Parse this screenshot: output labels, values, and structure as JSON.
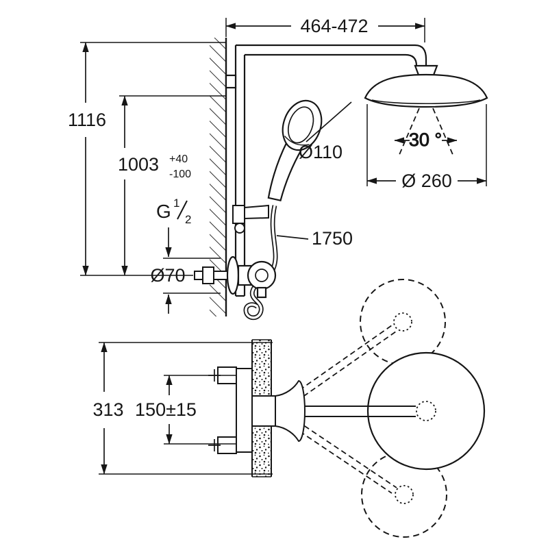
{
  "colors": {
    "line": "#161616",
    "background": "#ffffff"
  },
  "drawing": {
    "type": "shower-system-installation-dimension-drawing"
  },
  "labels": {
    "top_width": "464-472",
    "overall_height": "1116",
    "riser_height": "1003",
    "riser_tol_plus": "+40",
    "riser_tol_minus": "-100",
    "thread_letter": "G",
    "thread_numerator": "1",
    "thread_denominator": "2",
    "escutcheon_diameter": "Ø70",
    "handshower_diameter": "Ø110",
    "spray_angle": "30 °",
    "headshower_diameter": "Ø 260",
    "hose_length": "1750",
    "depth": "313",
    "connection_spacing": "150±15"
  }
}
